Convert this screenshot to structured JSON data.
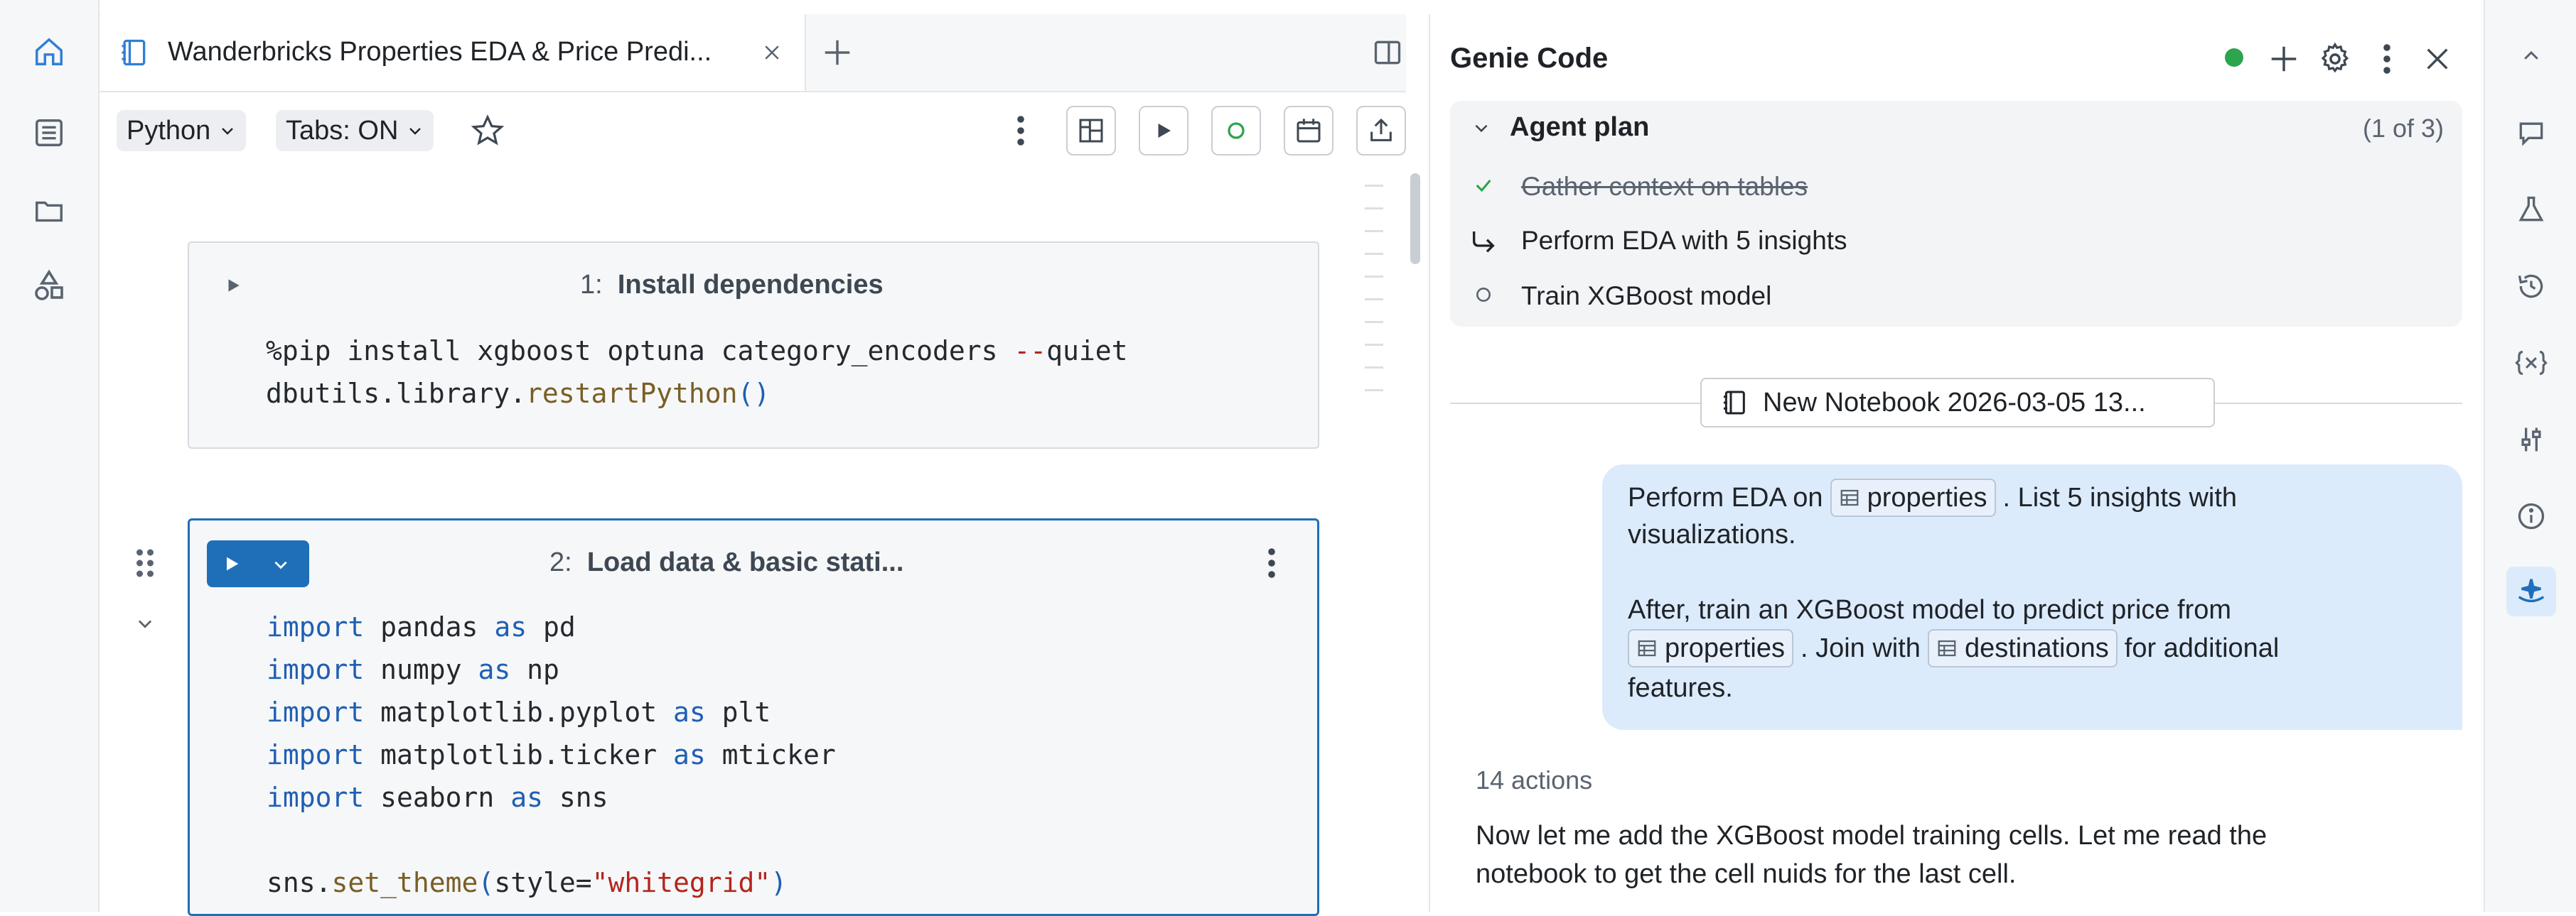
{
  "notebook": {
    "tab_title": "Wanderbricks Properties EDA & Price Predi...",
    "language": "Python",
    "tabs_setting": "Tabs: ON",
    "cells": [
      {
        "number": "1:",
        "title": "Install dependencies",
        "code_lines": [
          "%pip install xgboost optuna category_encoders --quiet",
          "dbutils.library.restartPython()"
        ]
      },
      {
        "number": "2:",
        "title": "Load data & basic stati...",
        "code_lines": [
          "import pandas as pd",
          "import numpy as np",
          "import matplotlib.pyplot as plt",
          "import matplotlib.ticker as mticker",
          "import seaborn as sns",
          "",
          "sns.set_theme(style=\"whitegrid\")"
        ]
      }
    ]
  },
  "genie": {
    "title": "Genie Code",
    "status_color": "#2da44e",
    "plan": {
      "title": "Agent plan",
      "progress": "(1 of 3)",
      "steps": [
        {
          "label": "Gather context on tables",
          "status": "done"
        },
        {
          "label": "Perform EDA with 5 insights",
          "status": "current"
        },
        {
          "label": "Train XGBoost model",
          "status": "pending"
        }
      ]
    },
    "notebook_chip": "New Notebook 2026-03-05 13...",
    "user_message": {
      "line1_prefix": "Perform EDA on",
      "table1": "properties",
      "line1_suffix": ". List 5 insights with",
      "line2": "visualizations.",
      "line3": "After, train an XGBoost model to predict price from",
      "table2": "properties",
      "line4_mid": ". Join with",
      "table3": "destinations",
      "line4_suffix": "for additional",
      "line5": "features."
    },
    "actions_count": "14 actions",
    "response_line1": "Now let me add the XGBoost model training cells. Let me read the",
    "response_line2": "notebook to get the cell nuids for the last cell."
  },
  "icons": [
    "home-icon",
    "list-icon",
    "folder-icon",
    "shapes-icon",
    "notebook-icon",
    "close-icon",
    "plus-icon",
    "split-view-icon",
    "chevron-down-icon",
    "star-icon",
    "kebab-icon",
    "layout-icon",
    "play-icon",
    "circle-icon",
    "calendar-icon",
    "share-icon",
    "gear-icon",
    "chat-icon",
    "flask-icon",
    "history-icon",
    "variables-icon",
    "sliders-icon",
    "info-icon",
    "genie-icon",
    "chevron-up-icon",
    "drag-handle-icon",
    "check-icon",
    "arrow-turn-icon",
    "table-icon"
  ]
}
